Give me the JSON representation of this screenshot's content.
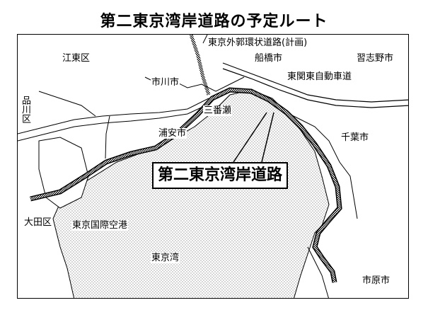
{
  "title": "第二東京湾岸道路の予定ルート",
  "labels": {
    "gaikan": "東京外郭環状道路(計画)",
    "koto": "江東区",
    "ichikawa": "市川市",
    "funabashi": "船橋市",
    "narashino": "習志野市",
    "higashikanto": "東関東自動車道",
    "shinagawa": "品川区",
    "sanbanze": "三番瀬",
    "urayasu": "浦安市",
    "chiba": "千葉市",
    "ota": "大田区",
    "haneda": "東京国際空港",
    "tokyo_bay": "東京湾",
    "ichihara": "市原市"
  },
  "route_label": "第二東京湾岸道路",
  "colors": {
    "land": "#ffffff",
    "sea_dots": "#b0b0b0",
    "route": "#000000"
  }
}
